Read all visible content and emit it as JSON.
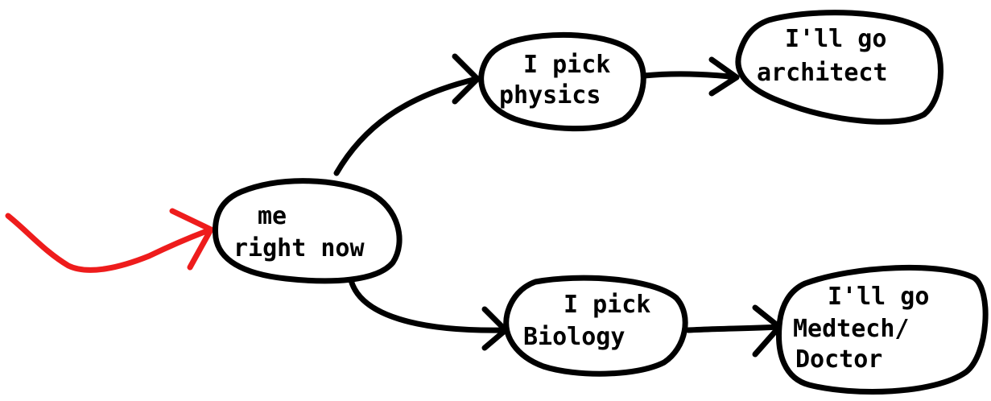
{
  "colors": {
    "ink": "#000000",
    "start_arrow": "#ee1c1c",
    "background": "#ffffff"
  },
  "nodes": {
    "start": {
      "line1": "me",
      "line2": "right now"
    },
    "physics": {
      "line1": "I pick",
      "line2": "physics"
    },
    "architect": {
      "line1": "I'll go",
      "line2": "architect"
    },
    "biology": {
      "line1": "I pick",
      "line2": "Biology"
    },
    "medtech": {
      "line1": "I'll go",
      "line2": "Medtech/",
      "line3": "Doctor"
    }
  },
  "edges": [
    {
      "from": "start",
      "to": "physics"
    },
    {
      "from": "physics",
      "to": "architect"
    },
    {
      "from": "start",
      "to": "biology"
    },
    {
      "from": "biology",
      "to": "medtech"
    }
  ]
}
